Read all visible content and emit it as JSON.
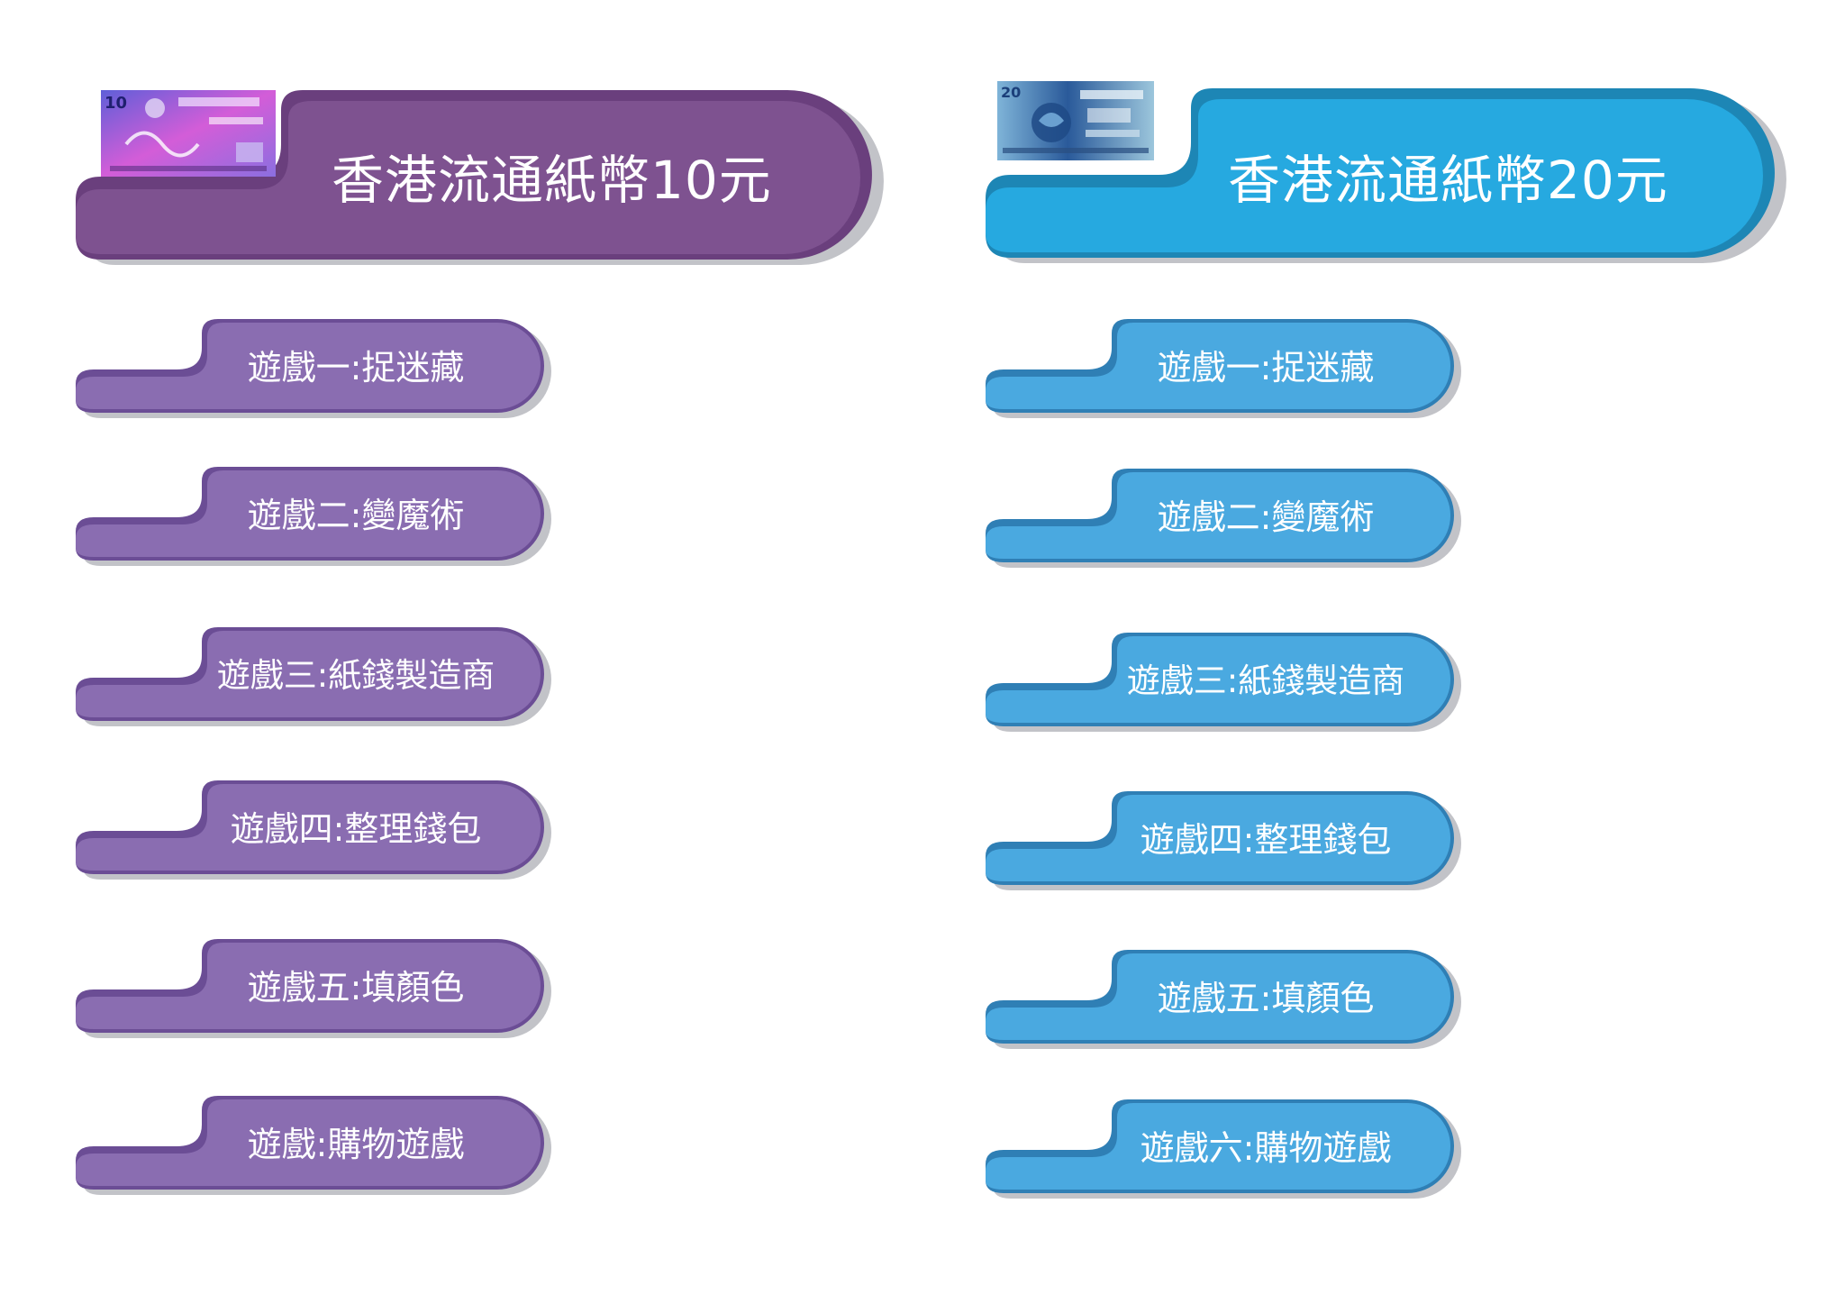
{
  "colors": {
    "left_main": "#7e5290",
    "left_dark": "#6a3f7d",
    "left_tab": "#8a6db1",
    "left_tab_dark": "#6b4d95",
    "right_main": "#26a9e0",
    "right_dark": "#1d86b5",
    "right_tab": "#4aa9e0",
    "right_tab_dark": "#2f7fb5",
    "shadow": "#a8aab0"
  },
  "left": {
    "title": "香港流通紙幣10元",
    "note_icon": "hk-10-dollar-banknote-icon",
    "games": [
      {
        "label": "遊戲一:捉迷藏"
      },
      {
        "label": "遊戲二:變魔術"
      },
      {
        "label": "遊戲三:紙錢製造商"
      },
      {
        "label": "遊戲四:整理錢包"
      },
      {
        "label": "遊戲五:填顏色"
      },
      {
        "label": "遊戲:購物遊戲"
      }
    ]
  },
  "right": {
    "title": "香港流通紙幣20元",
    "note_icon": "hk-20-dollar-banknote-icon",
    "games": [
      {
        "label": "遊戲一:捉迷藏"
      },
      {
        "label": "遊戲二:變魔術"
      },
      {
        "label": "遊戲三:紙錢製造商"
      },
      {
        "label": "遊戲四:整理錢包"
      },
      {
        "label": "遊戲五:填顏色"
      },
      {
        "label": "遊戲六:購物遊戲"
      }
    ]
  }
}
